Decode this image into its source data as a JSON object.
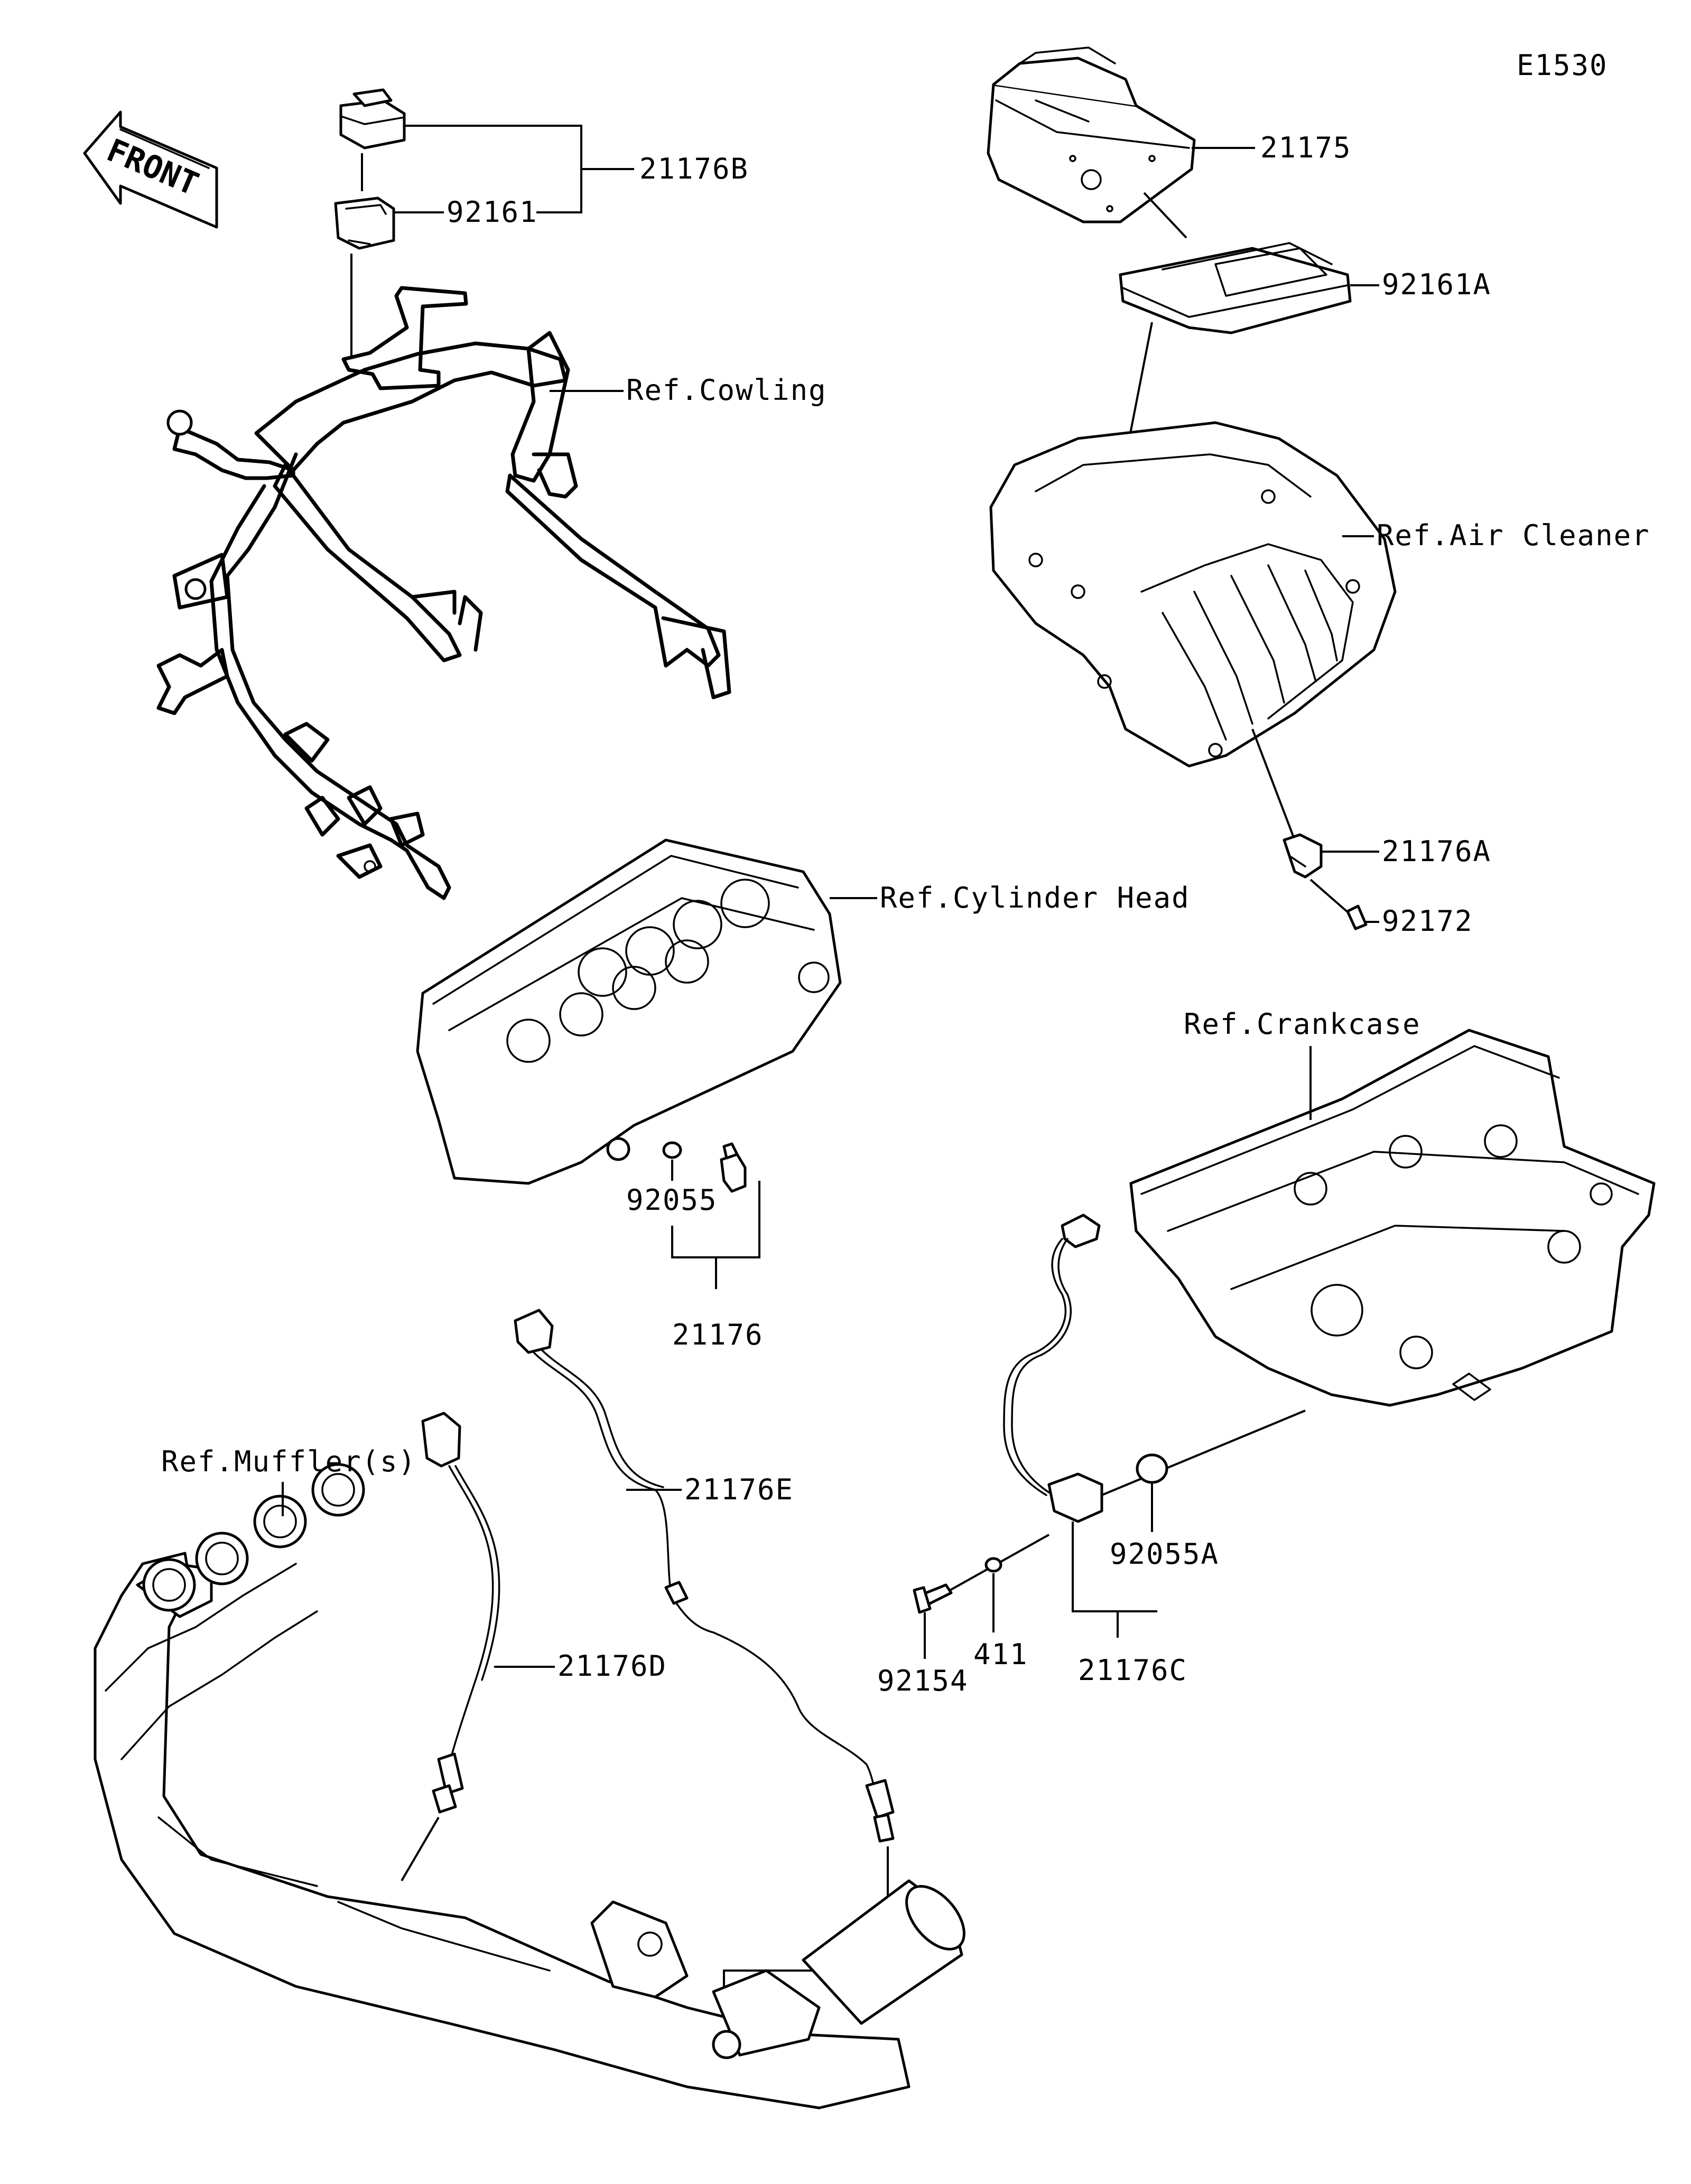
{
  "diagram_code": "E1530",
  "front_arrow_text": "FRONT",
  "labels": {
    "p21176B": "21176B",
    "p92161": "92161",
    "p21175": "21175",
    "p92161A": "92161A",
    "ref_cowling": "Ref.Cowling",
    "ref_air_cleaner": "Ref.Air Cleaner",
    "p21176A": "21176A",
    "p92172": "92172",
    "ref_cylinder_head": "Ref.Cylinder Head",
    "ref_crankcase": "Ref.Crankcase",
    "p92055": "92055",
    "p21176": "21176",
    "ref_mufflers": "Ref.Muffler(s)",
    "p21176E": "21176E",
    "p21176D": "21176D",
    "p92055A": "92055A",
    "p411": "411",
    "p92154": "92154",
    "p21176C": "21176C"
  }
}
